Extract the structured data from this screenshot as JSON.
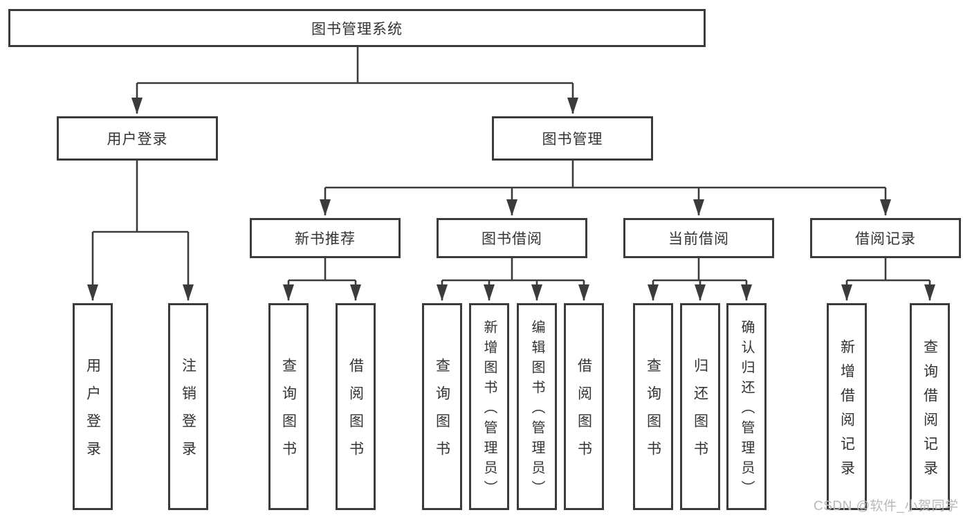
{
  "diagram": {
    "root": {
      "label": "图书管理系统"
    },
    "branches": [
      {
        "label": "用户登录",
        "children": [
          {
            "label": "用户登录"
          },
          {
            "label": "注销登录"
          }
        ]
      },
      {
        "label": "图书管理",
        "groups": [
          {
            "label": "新书推荐",
            "children": [
              {
                "label": "查询图书"
              },
              {
                "label": "借阅图书"
              }
            ]
          },
          {
            "label": "图书借阅",
            "children": [
              {
                "label": "查询图书"
              },
              {
                "label": "新增图书（管理员）"
              },
              {
                "label": "编辑图书（管理员）"
              },
              {
                "label": "借阅图书"
              }
            ]
          },
          {
            "label": "当前借阅",
            "children": [
              {
                "label": "查询图书"
              },
              {
                "label": "归还图书"
              },
              {
                "label": "确认归还（管理员）"
              }
            ]
          },
          {
            "label": "借阅记录",
            "children": [
              {
                "label": "新增借阅记录"
              },
              {
                "label": "查询借阅记录"
              }
            ]
          }
        ]
      }
    ]
  },
  "watermark": {
    "text": "CSDN @软件_小贺同学"
  },
  "colors": {
    "line": "#3b3b3b",
    "text": "#333333",
    "watermark": "#b9b9b9",
    "background": "#ffffff"
  }
}
